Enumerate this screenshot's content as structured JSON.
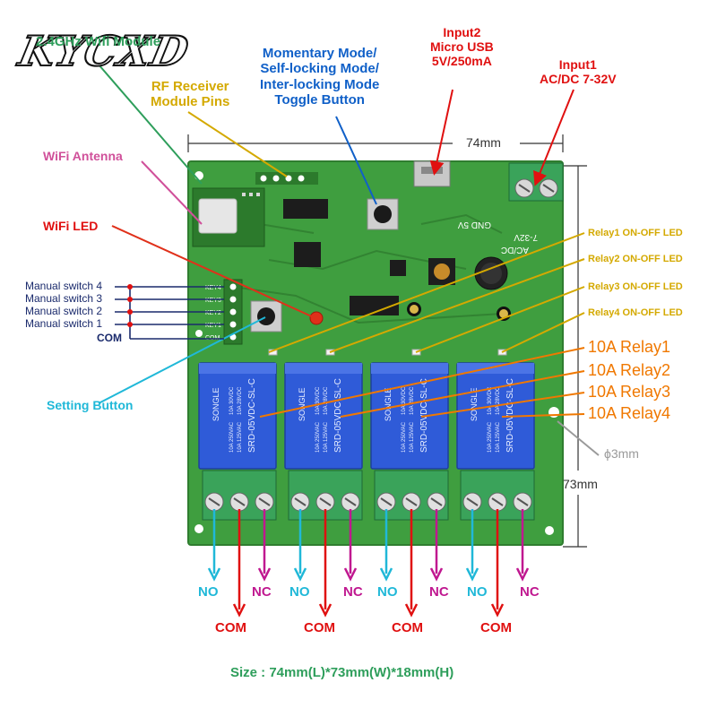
{
  "brand": "KYCXD",
  "labels": {
    "wifi_module": "2.4GHz Wifi Module",
    "rf_receiver": [
      "RF Receiver",
      "Module Pins"
    ],
    "mode_button": [
      "Momentary Mode/",
      "Self-locking Mode/",
      "Inter-locking Mode",
      "Toggle Button"
    ],
    "input2": [
      "Input2",
      "Micro USB",
      "5V/250mA"
    ],
    "input1": [
      "Input1",
      "AC/DC 7-32V"
    ],
    "wifi_antenna": "WiFi Antenna",
    "wifi_led": "WiFi LED",
    "manual_switches": [
      "Manual switch 4",
      "Manual switch 3",
      "Manual switch 2",
      "Manual switch 1"
    ],
    "com_left": "COM",
    "setting_button": "Setting Button",
    "relay_leds": [
      "Relay1 ON-OFF LED",
      "Relay2 ON-OFF LED",
      "Relay3 ON-OFF LED",
      "Relay4 ON-OFF LED"
    ],
    "relays": [
      "10A Relay1",
      "10A Relay2",
      "10A Relay3",
      "10A Relay4"
    ]
  },
  "dimensions": {
    "width": "74mm",
    "height": "73mm",
    "hole": "ϕ3mm"
  },
  "terminals": {
    "no": "NO",
    "nc": "NC",
    "com": "COM"
  },
  "board_text": {
    "input_label": "AC/DC",
    "voltage": "7-32V",
    "usb_pins": "GND 5V",
    "keys": [
      "KEY4",
      "KEY3",
      "KEY2",
      "KEY1",
      "COM"
    ],
    "relay_model": "SRD-05VDC-SL-C",
    "relay_brand": "SONGLE",
    "relay_ratings": [
      "10A 250VAC",
      "10A 125VAC",
      "10A 30VDC",
      "10A 28VDC"
    ]
  },
  "size_text": "Size : 74mm(L)*73mm(W)*18mm(H)",
  "colors": {
    "board": "#3f9e3f",
    "board_dark": "#2f7d2f",
    "relay_blue": "#2f5bd8",
    "green_label": "#2e9e5b",
    "gold": "#d4a900",
    "blue": "#1060c8",
    "red": "#e01010",
    "pink": "#d0509a",
    "navy": "#1a2a6c",
    "cyan": "#20b8d8",
    "orange": "#f07800",
    "magenta": "#c01890",
    "grey": "#9a9a9a"
  }
}
